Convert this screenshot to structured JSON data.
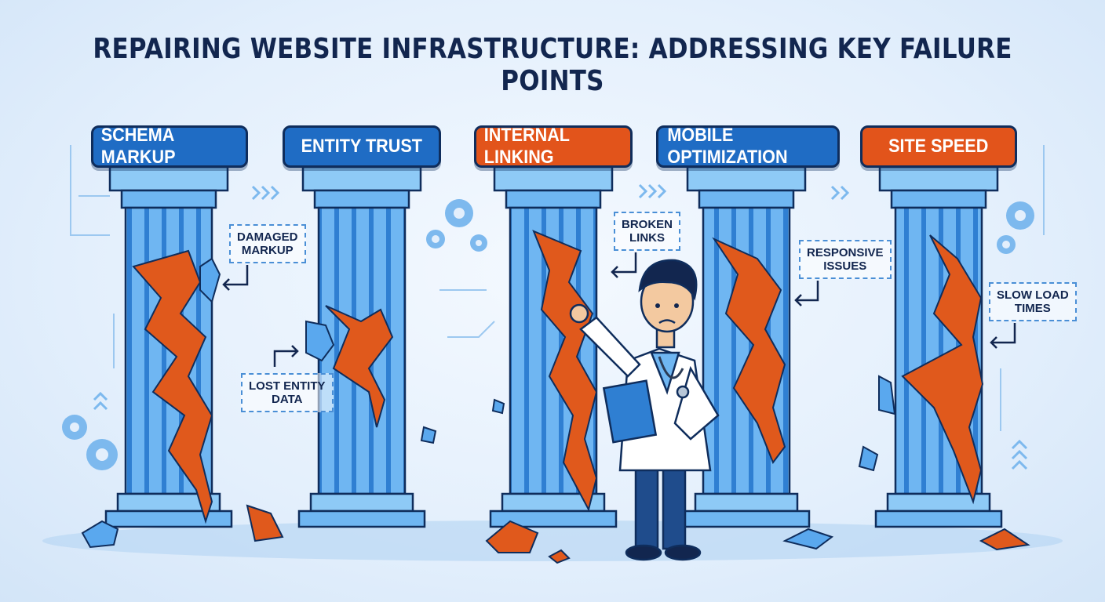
{
  "title": "REPAIRING WEBSITE INFRASTRUCTURE: ADDRESSING KEY FAILURE POINTS",
  "pillars": [
    {
      "label": "SCHEMA MARKUP",
      "color": "#1f6cc4"
    },
    {
      "label": "ENTITY TRUST",
      "color": "#1f6cc4"
    },
    {
      "label": "INTERNAL LINKING",
      "color": "#e2541b"
    },
    {
      "label": "MOBILE OPTIMIZATION",
      "color": "#1f6cc4"
    },
    {
      "label": "SITE SPEED",
      "color": "#e2541b"
    }
  ],
  "callouts": [
    {
      "text": "DAMAGED\nMARKUP"
    },
    {
      "text": "LOST ENTITY\nDATA"
    },
    {
      "text": "BROKEN\nLINKS"
    },
    {
      "text": "RESPONSIVE\nISSUES"
    },
    {
      "text": "SLOW LOAD\nTIMES"
    }
  ],
  "colors": {
    "column": "#5aa8ee",
    "column_dark": "#2f7fd2",
    "crack": "#e0591c",
    "outline": "#0f2d5c"
  },
  "figure": "doctor-with-clipboard-and-stethoscope"
}
